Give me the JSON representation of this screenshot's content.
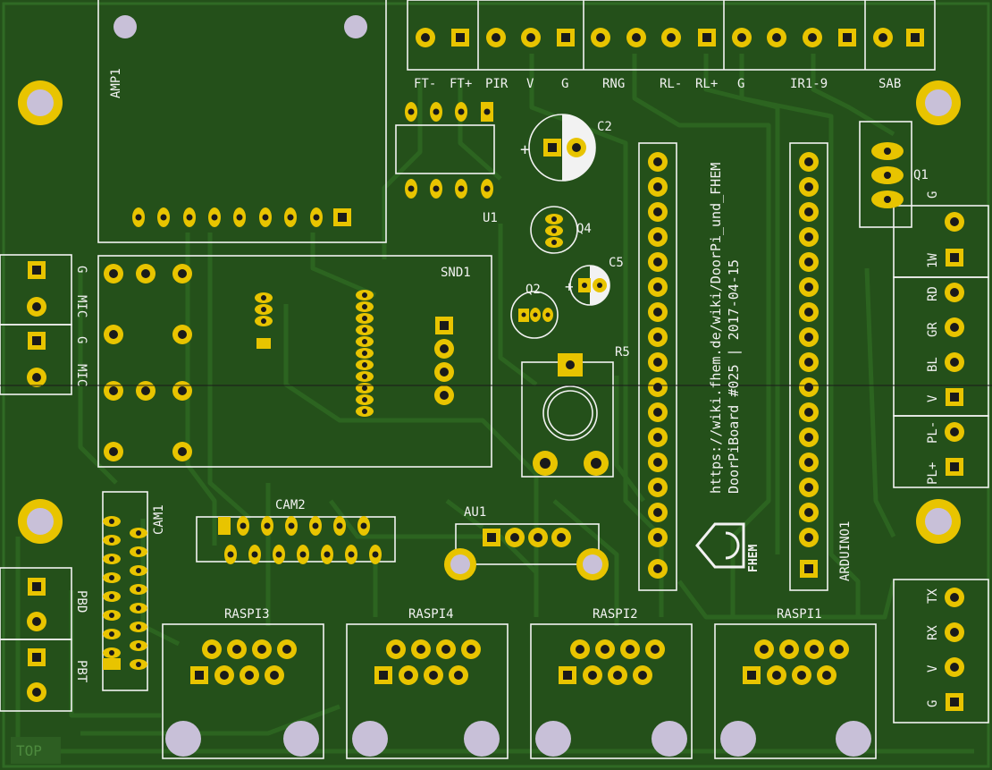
{
  "board": {
    "layer_label": "TOP",
    "url_text": "https://wiki.fhem.de/wiki/DoorPi_und_FHEM",
    "board_text": "DoorPiBoard #025 | 2017-04-15",
    "logo_text": "FHEM",
    "colors": {
      "board": "#24501a",
      "copper": "#2c6420",
      "silk": "#f2f2f2",
      "pad": "#e8c400",
      "drill": "#c8c0d8"
    }
  },
  "connectors": {
    "top_labels": [
      "FT-",
      "FT+",
      "PIR",
      "V",
      "G",
      "RNG",
      "RL-",
      "RL+",
      "G",
      "IR1-9",
      "SAB"
    ],
    "right_upper": [
      "G",
      "1W",
      "RD",
      "GR",
      "BL",
      "V",
      "PL-",
      "PL+"
    ],
    "right_lower": [
      "TX",
      "RX",
      "V",
      "G"
    ],
    "left_mic": [
      "G",
      "MIC",
      "G",
      "MIC"
    ],
    "left_pb": [
      "PBD",
      "PBT"
    ]
  },
  "refs": {
    "amp": "AMP1",
    "u1": "U1",
    "c2": "C2",
    "q4": "Q4",
    "c5": "C5",
    "q2": "Q2",
    "r5": "R5",
    "q1": "Q1",
    "snd": "SND1",
    "cam1": "CAM1",
    "cam2": "CAM2",
    "au1": "AU1",
    "arduino": "ARDUINO1",
    "raspi": [
      "RASPI3",
      "RASPI4",
      "RASPI2",
      "RASPI1"
    ]
  },
  "symbols": {
    "plus": "+"
  }
}
